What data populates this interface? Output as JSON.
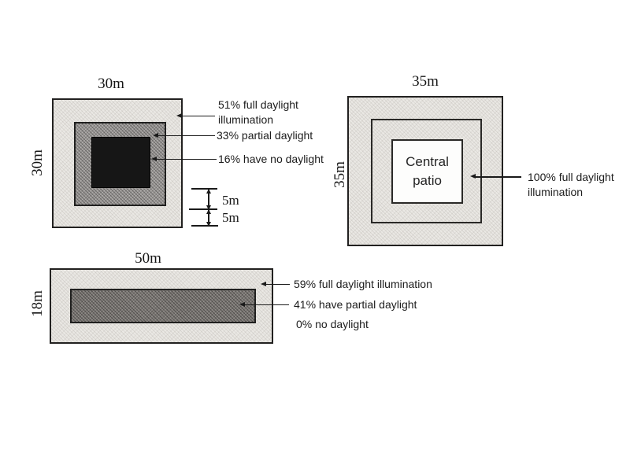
{
  "square30": {
    "width_label": "30m",
    "height_label": "30m",
    "ann_full_line1": "51% full daylight",
    "ann_full_line2": "illumination",
    "ann_partial": "33% partial daylight",
    "ann_none": "16% have no daylight",
    "ring_outer_label": "5m",
    "ring_inner_label": "5m"
  },
  "square35": {
    "width_label": "35m",
    "height_label": "35m",
    "patio_line1": "Central",
    "patio_line2": "patio",
    "ann_full_line1": "100% full daylight",
    "ann_full_line2": "illumination"
  },
  "rect50": {
    "width_label": "50m",
    "height_label": "18m",
    "ann_full": "59% full daylight illumination",
    "ann_partial": "41% have partial daylight",
    "ann_none": "0% no daylight"
  },
  "colors": {
    "light_zone": "#eae8e4",
    "medium_zone": "#979492",
    "dark_zone": "#161616",
    "bar_zone": "#7a7672",
    "line": "#1a1a1a"
  }
}
